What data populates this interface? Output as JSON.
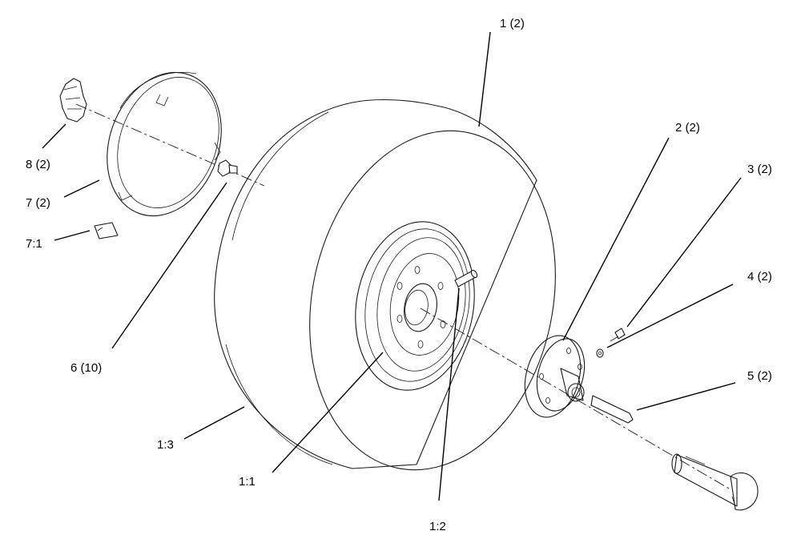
{
  "callouts": {
    "tire_assembly": "1 (2)",
    "wheel_hub": "2 (2)",
    "bolt": "3 (2)",
    "washer": "4 (2)",
    "axle_key": "5 (2)",
    "lug_nut": "6 (10)",
    "wheel_cover": "7 (2)",
    "label_7_1": "7:1",
    "clip": "8 (2)",
    "rim": "1:1",
    "valve_stem": "1:2",
    "tire": "1:3"
  }
}
